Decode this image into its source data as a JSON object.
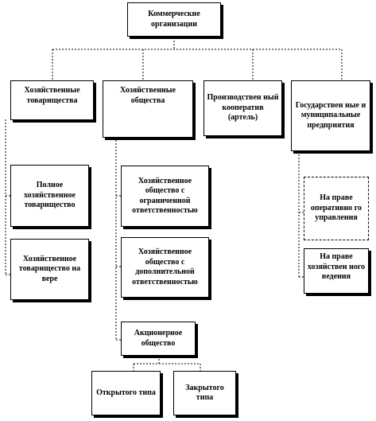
{
  "nodes": {
    "root": "Коммерческие организации",
    "partnerships": "Хозяйственные товарищества",
    "companies": "Хозяйственные общества",
    "cooperative": "Производствен ный кооператив (артель)",
    "unitary": "Государствен ные и муниципальные предприятия",
    "full_partnership": "Полное хозяйственное товарищество",
    "limited_partnership": "Хозяйственное товарищество на вере",
    "llc": "Хозяйственное общество с ограниченной ответственностью",
    "alc": "Хозяйственное общество с дополнительной ответственностью",
    "jsc": "Акционерное общество",
    "operational_mgmt": "На праве оперативно го управления",
    "economic_mgmt": "На праве хозяйствен ного ведения",
    "open_type": "Открытого типа",
    "closed_type": "Закрытого типа"
  }
}
